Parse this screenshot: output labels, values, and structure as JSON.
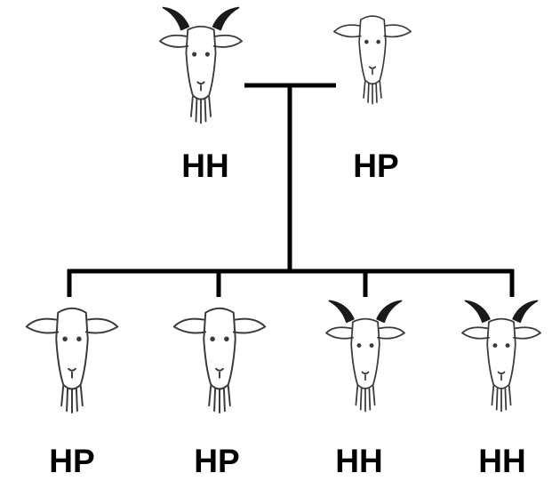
{
  "colors": {
    "line": "#000000",
    "goat_outline": "#3a3a3a",
    "horn": "#1a1a1a",
    "text": "#000000",
    "background": "#ffffff"
  },
  "parents": [
    {
      "genotype": "HH",
      "horned": true,
      "icon": "horned-goat-icon"
    },
    {
      "genotype": "HP",
      "horned": false,
      "icon": "polled-goat-icon"
    }
  ],
  "offspring": [
    {
      "genotype": "HP",
      "horned": false,
      "icon": "polled-goat-icon"
    },
    {
      "genotype": "HP",
      "horned": false,
      "icon": "polled-goat-icon"
    },
    {
      "genotype": "HH",
      "horned": true,
      "icon": "horned-goat-icon"
    },
    {
      "genotype": "HH",
      "horned": true,
      "icon": "horned-goat-icon"
    }
  ]
}
